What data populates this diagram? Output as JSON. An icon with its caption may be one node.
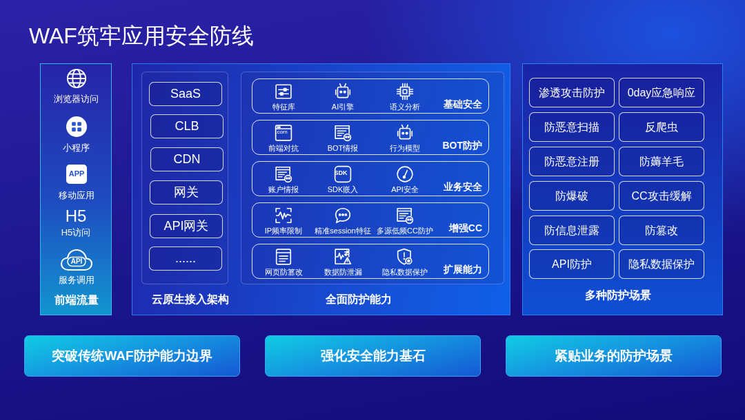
{
  "diagram": {
    "title": "WAF筑牢应用安全防线",
    "nodes": [
      {
        "text": [
          "前端流量"
        ]
      },
      {
        "text": [
          "APP"
        ],
        "in": 0,
        "beside": [
          "移动应用"
        ]
      },
      {
        "text": [
          "API"
        ],
        "in": 0,
        "beside": [
          "服务调用"
        ]
      },
      {
        "text": [],
        "shape": "box"
      },
      {
        "text": [
          "云原生接入架构"
        ],
        "in": 3
      },
      {
        "text": [
          "SaaS"
        ],
        "in": 4
      },
      {
        "text": [
          "CLB"
        ],
        "in": 4
      },
      {
        "text": [
          "CDN"
        ],
        "in": 4
      },
      {
        "text": [
          "网关"
        ],
        "in": 4
      },
      {
        "text": [
          "API网关"
        ],
        "in": 4
      },
      {
        "text": [
          "......"
        ],
        "in": 4
      },
      {
        "text": [
          "全面防护能力"
        ],
        "in": 3
      },
      {
        "text": [
          "特征库",
          "AI引擎",
          "语义分析",
          "基础安全"
        ],
        "in": 11
      },
      {
        "text": [
          "前端对抗",
          "BOT情报",
          "行为模型",
          "BOT防护"
        ],
        "in": 11
      },
      {
        "text": [
          "账户情报",
          "SDK嵌入",
          "API安全",
          "业务安全"
        ],
        "in": 11
      },
      {
        "text": [
          "IP频率限制",
          "精准session特征",
          "多源低频CC防护",
          "增强CC"
        ],
        "in": 11
      },
      {
        "text": [
          "网页防篡改",
          "数据防泄漏",
          "隐私数据保护",
          "扩展能力"
        ],
        "in": 11
      },
      {
        "text": [
          "多种防护场景"
        ]
      },
      {
        "text": [
          "渗透攻击防护"
        ],
        "in": 17
      },
      {
        "text": [
          "0day应急响应"
        ],
        "in": 17
      },
      {
        "text": [
          "防恶意扫描"
        ],
        "in": 17
      },
      {
        "text": [
          "反爬虫"
        ],
        "in": 17
      },
      {
        "text": [
          "防恶意注册"
        ],
        "in": 17
      },
      {
        "text": [
          "防薅羊毛"
        ],
        "in": 17
      },
      {
        "text": [
          "防爆破"
        ],
        "in": 17
      },
      {
        "text": [
          "CC攻击缓解"
        ],
        "in": 17
      },
      {
        "text": [
          "防信息泄露"
        ],
        "in": 17
      },
      {
        "text": [
          "防篡改"
        ],
        "in": 17
      },
      {
        "text": [
          "API防护"
        ],
        "in": 17
      },
      {
        "text": [
          "隐私数据保护"
        ],
        "in": 17
      },
      {
        "text": [
          "突破传统WAF防护能力边界"
        ]
      },
      {
        "text": [
          "强化安全能力基石"
        ]
      },
      {
        "text": [
          "紧贴业务的防护场景"
        ]
      }
    ],
    "labels": [
      "浏览器访问",
      "小程序",
      "H5",
      "H5访问",
      ".com",
      "SDK"
    ]
  }
}
